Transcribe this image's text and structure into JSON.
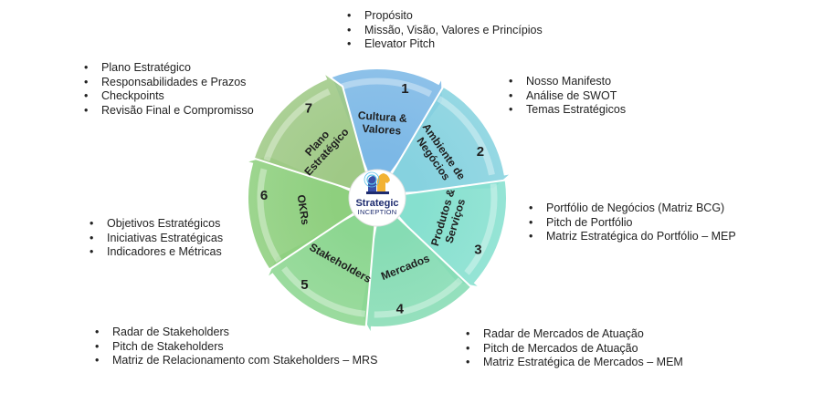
{
  "logo": {
    "line1": "Strategic",
    "line2": "INCEPTION"
  },
  "segments": [
    {
      "num": "1",
      "label": [
        "Cultura &",
        "Valores"
      ],
      "color": "#7cb8e6",
      "bullets": [
        "Propósito",
        "Missão, Visão, Valores e Princípios",
        "Elevator Pitch"
      ]
    },
    {
      "num": "2",
      "label": [
        "Ambiente de",
        "Negócios"
      ],
      "color": "#86d2df",
      "bullets": [
        "Nosso Manifesto",
        "Análise de SWOT",
        "Temas Estratégicos"
      ]
    },
    {
      "num": "3",
      "label": [
        "Produtos &",
        "Serviços"
      ],
      "color": "#86e0cf",
      "bullets": [
        "Portfólio de Negócios (Matriz BCG)",
        "Pitch de Portfólio",
        "Matriz Estratégica do Portfólio – MEP"
      ]
    },
    {
      "num": "4",
      "label": [
        "Mercados"
      ],
      "color": "#86dcb4",
      "bullets": [
        "Radar de Mercados de Atuação",
        "Pitch de Mercados de Atuação",
        "Matriz Estratégica de Mercados – MEM"
      ]
    },
    {
      "num": "5",
      "label": [
        "Stakeholders"
      ],
      "color": "#8cd690",
      "bullets": [
        "Radar de Stakeholders",
        "Pitch de Stakeholders",
        "Matriz de Relacionamento com Stakeholders – MRS"
      ]
    },
    {
      "num": "6",
      "label": [
        "OKRs"
      ],
      "color": "#8ecf7e",
      "bullets": [
        "Objetivos Estratégicos",
        "Iniciativas Estratégicas",
        "Indicadores e Métricas"
      ]
    },
    {
      "num": "7",
      "label": [
        "Plano",
        "Estratégico"
      ],
      "color": "#9fc986",
      "bullets": [
        "Plano Estratégico",
        "Responsabilidades e Prazos",
        "Checkpoints",
        "Revisão Final e Compromisso"
      ]
    }
  ]
}
